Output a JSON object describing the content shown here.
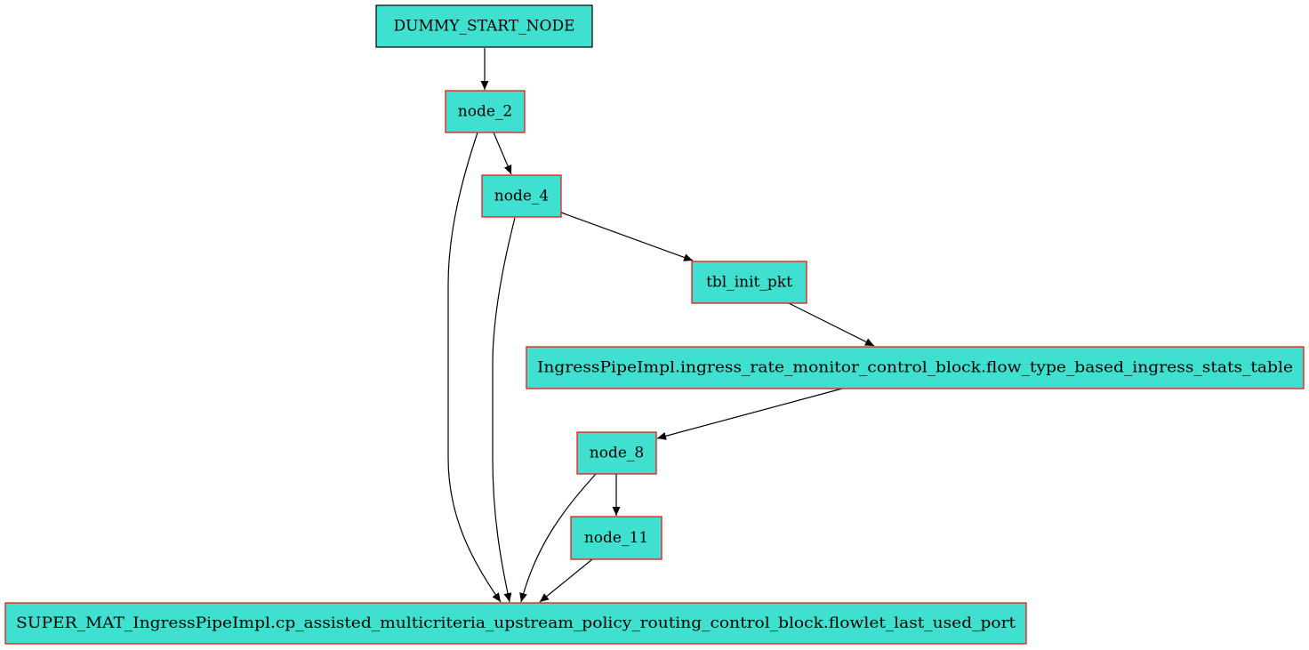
{
  "colors": {
    "node_fill": "#40e0d0",
    "start_border": "#000000",
    "node_border": "#ff0000",
    "edge": "#000000"
  },
  "nodes": {
    "dummy_start": "DUMMY_START_NODE",
    "node_2": "node_2",
    "node_4": "node_4",
    "tbl_init_pkt": "tbl_init_pkt",
    "ingress_stats": "IngressPipeImpl.ingress_rate_monitor_control_block.flow_type_based_ingress_stats_table",
    "node_8": "node_8",
    "node_11": "node_11",
    "super_mat": "SUPER_MAT_IngressPipeImpl.cp_assisted_multicriteria_upstream_policy_routing_control_block.flowlet_last_used_port"
  },
  "edges": [
    {
      "from": "DUMMY_START_NODE",
      "to": "node_2"
    },
    {
      "from": "node_2",
      "to": "node_4"
    },
    {
      "from": "node_2",
      "to": "SUPER_MAT_IngressPipeImpl.cp_assisted_multicriteria_upstream_policy_routing_control_block.flowlet_last_used_port"
    },
    {
      "from": "node_4",
      "to": "tbl_init_pkt"
    },
    {
      "from": "node_4",
      "to": "SUPER_MAT_IngressPipeImpl.cp_assisted_multicriteria_upstream_policy_routing_control_block.flowlet_last_used_port"
    },
    {
      "from": "tbl_init_pkt",
      "to": "IngressPipeImpl.ingress_rate_monitor_control_block.flow_type_based_ingress_stats_table"
    },
    {
      "from": "IngressPipeImpl.ingress_rate_monitor_control_block.flow_type_based_ingress_stats_table",
      "to": "node_8"
    },
    {
      "from": "node_8",
      "to": "node_11"
    },
    {
      "from": "node_8",
      "to": "SUPER_MAT_IngressPipeImpl.cp_assisted_multicriteria_upstream_policy_routing_control_block.flowlet_last_used_port"
    },
    {
      "from": "node_11",
      "to": "SUPER_MAT_IngressPipeImpl.cp_assisted_multicriteria_upstream_policy_routing_control_block.flowlet_last_used_port"
    }
  ]
}
